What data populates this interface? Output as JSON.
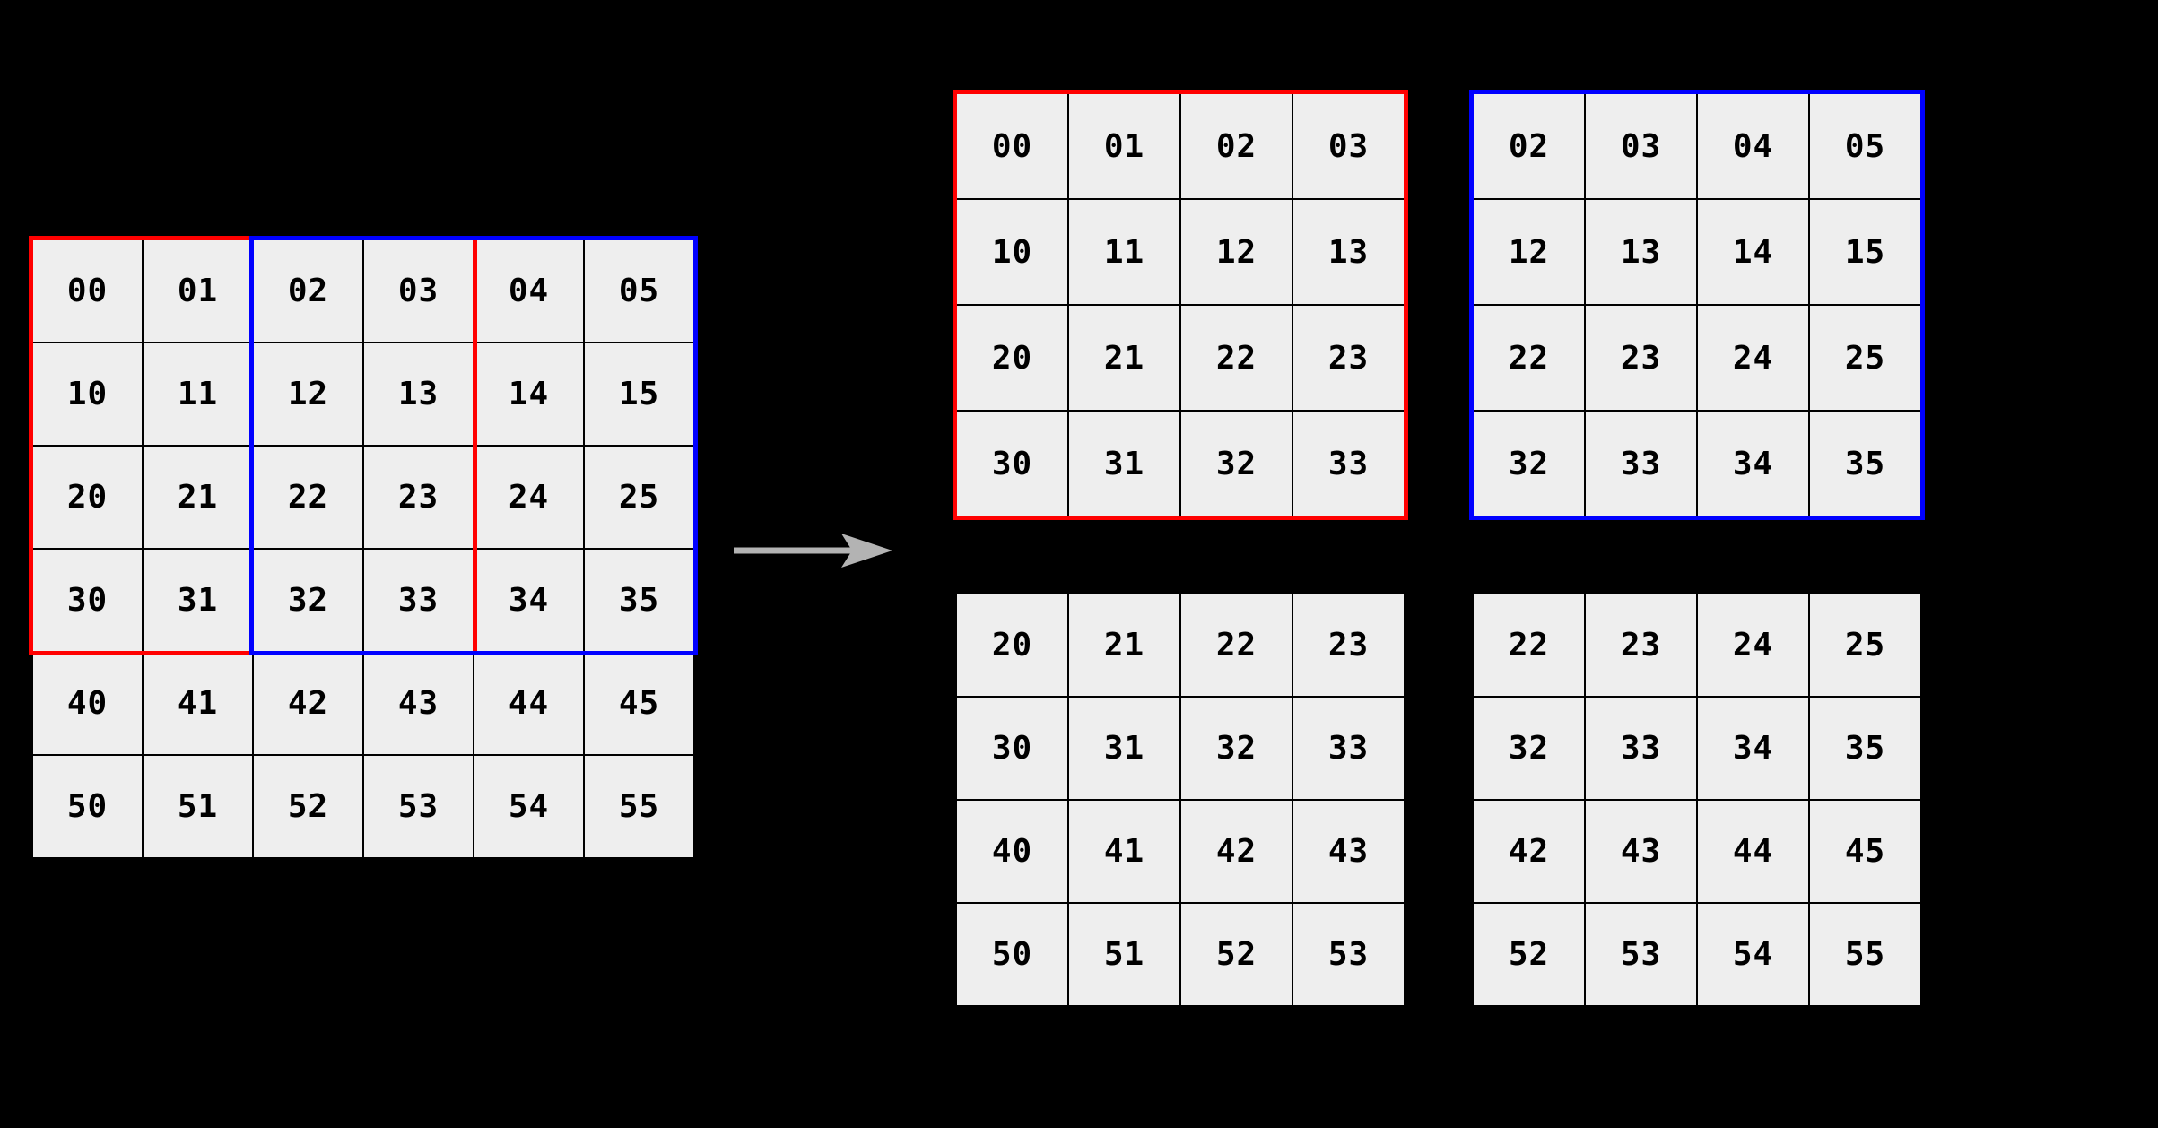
{
  "colors": {
    "background": "#000000",
    "cell_bg": "#eeeeee",
    "grid_line": "#000000",
    "text": "#000000",
    "red_window": "#ff0000",
    "blue_window": "#0000ff",
    "arrow": "#b3b3b3"
  },
  "source_grid": {
    "rows": [
      [
        "00",
        "01",
        "02",
        "03",
        "04",
        "05"
      ],
      [
        "10",
        "11",
        "12",
        "13",
        "14",
        "15"
      ],
      [
        "20",
        "21",
        "22",
        "23",
        "24",
        "25"
      ],
      [
        "30",
        "31",
        "32",
        "33",
        "34",
        "35"
      ],
      [
        "40",
        "41",
        "42",
        "43",
        "44",
        "45"
      ],
      [
        "50",
        "51",
        "52",
        "53",
        "54",
        "55"
      ]
    ],
    "red_window_cells": {
      "row_start": 0,
      "row_end": 3,
      "col_start": 0,
      "col_end": 3
    },
    "blue_window_cells": {
      "row_start": 0,
      "row_end": 3,
      "col_start": 2,
      "col_end": 5
    }
  },
  "patches": {
    "top_left": {
      "border": "red",
      "rows": [
        [
          "00",
          "01",
          "02",
          "03"
        ],
        [
          "10",
          "11",
          "12",
          "13"
        ],
        [
          "20",
          "21",
          "22",
          "23"
        ],
        [
          "30",
          "31",
          "32",
          "33"
        ]
      ]
    },
    "top_right": {
      "border": "blue",
      "rows": [
        [
          "02",
          "03",
          "04",
          "05"
        ],
        [
          "12",
          "13",
          "14",
          "15"
        ],
        [
          "22",
          "23",
          "24",
          "25"
        ],
        [
          "32",
          "33",
          "34",
          "35"
        ]
      ]
    },
    "bottom_left": {
      "border": "none",
      "rows": [
        [
          "20",
          "21",
          "22",
          "23"
        ],
        [
          "30",
          "31",
          "32",
          "33"
        ],
        [
          "40",
          "41",
          "42",
          "43"
        ],
        [
          "50",
          "51",
          "52",
          "53"
        ]
      ]
    },
    "bottom_right": {
      "border": "none",
      "rows": [
        [
          "22",
          "23",
          "24",
          "25"
        ],
        [
          "32",
          "33",
          "34",
          "35"
        ],
        [
          "42",
          "43",
          "44",
          "45"
        ],
        [
          "52",
          "53",
          "54",
          "55"
        ]
      ]
    }
  }
}
